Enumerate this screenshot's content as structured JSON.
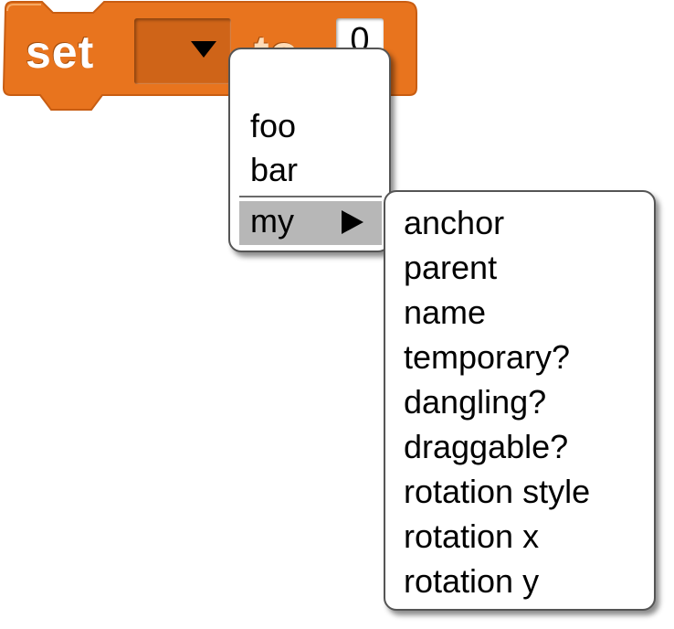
{
  "block": {
    "set_label": "set",
    "to_label": "to",
    "value": "0",
    "color": "#e8741e"
  },
  "variable_menu": {
    "items": [
      {
        "label": "foo"
      },
      {
        "label": "bar"
      }
    ],
    "submenu_item": {
      "label": "my",
      "arrow_icon": "triangle-right-icon",
      "highlighted": true
    }
  },
  "my_submenu": {
    "items": [
      {
        "label": "anchor"
      },
      {
        "label": "parent"
      },
      {
        "label": "name"
      },
      {
        "label": "temporary?"
      },
      {
        "label": "dangling?"
      },
      {
        "label": "draggable?"
      },
      {
        "label": "rotation style"
      },
      {
        "label": "rotation x"
      },
      {
        "label": "rotation y"
      }
    ]
  }
}
